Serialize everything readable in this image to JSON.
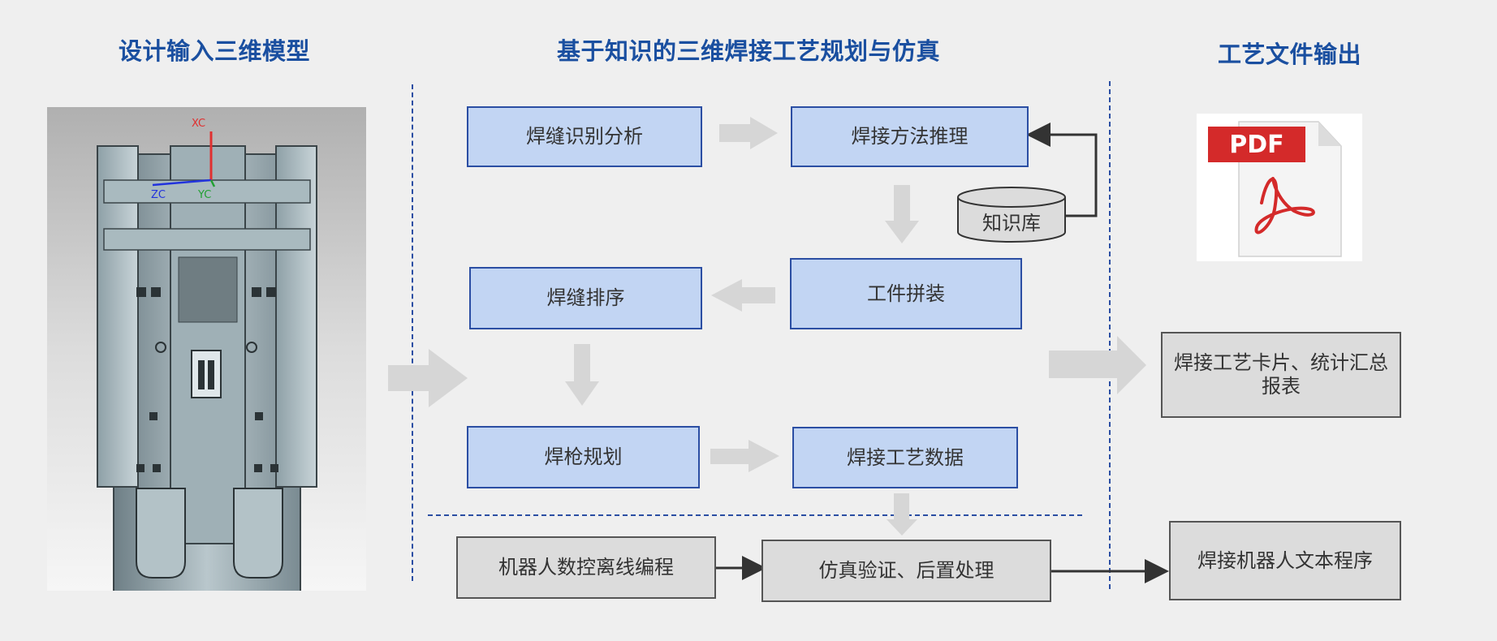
{
  "columns": {
    "input_title": "设计输入三维模型",
    "process_title": "基于知识的三维焊接工艺规划与仿真",
    "output_title": "工艺文件输出"
  },
  "model_view": {
    "axis_xc": "XC",
    "axis_yc": "YC",
    "axis_zc": "ZC",
    "colors": {
      "accent_blue": "#2b4ea3",
      "box_blue": "#c2d5f3",
      "box_gray": "#dcdcdc",
      "arrow_gray": "#d6d6d6"
    }
  },
  "process": {
    "weld_seam_analysis": "焊缝识别分析",
    "welding_method": "焊接方法推理",
    "knowledge_base": "知识库",
    "workpiece_assembly": "工件拼装",
    "weld_sequencing": "焊缝排序",
    "torch_planning": "焊枪规划",
    "welding_data": "焊接工艺数据",
    "robot_offline_programming": "机器人数控离线编程",
    "simulation_postprocess": "仿真验证、后置处理"
  },
  "output": {
    "pdf_label": "PDF",
    "process_card": "焊接工艺卡片、统计汇总报表",
    "robot_program": "焊接机器人文本程序"
  }
}
